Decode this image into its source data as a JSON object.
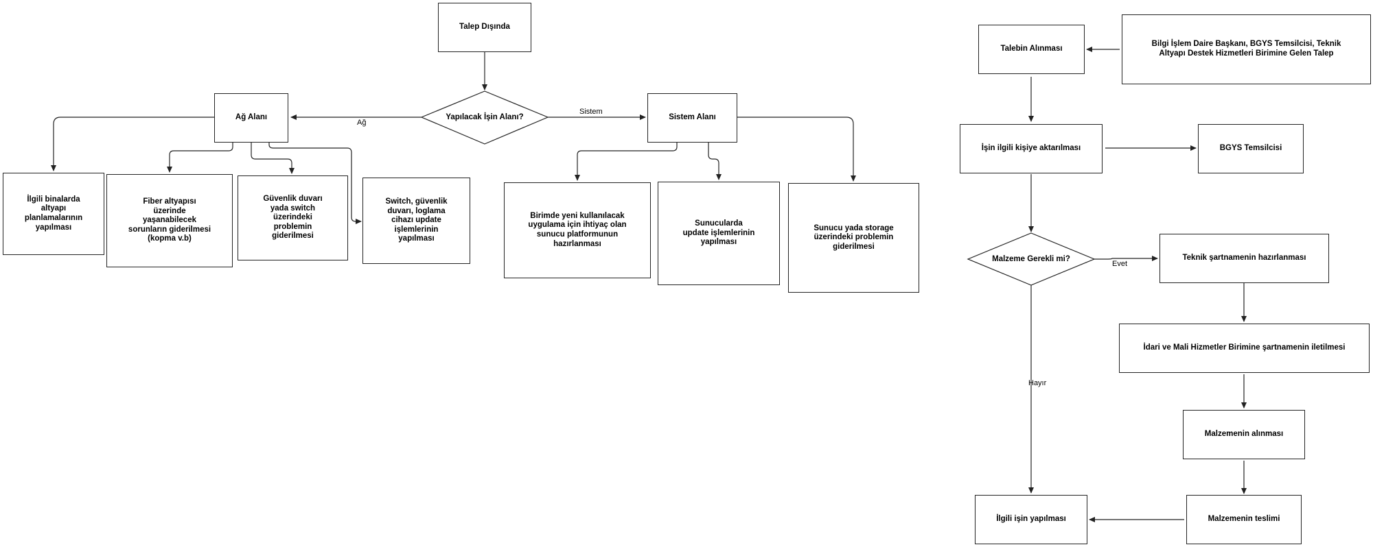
{
  "left_flow": {
    "start": "Talep Dışında",
    "decision": "Yapılacak İşin Alanı?",
    "edge_ag": "Ağ",
    "edge_sistem": "Sistem",
    "ag_alani": "Ağ Alanı",
    "sistem_alani": "Sistem Alanı",
    "ag_tasks": [
      "İlgili binalarda altyapı planlamalarının yapılması",
      "Fiber altyapısı üzerinde yaşanabilecek sorunların giderilmesi (kopma v.b)",
      "Güvenlik duvarı yada switch üzerindeki problemin giderilmesi",
      "Switch, güvenlik duvarı, loglama cihazı update işlemlerinin yapılması"
    ],
    "sistem_tasks": [
      "Birimde yeni kullanılacak uygulama için ihtiyaç olan sunucu platformunun hazırlanması",
      "Sunucularda update işlemlerinin yapılması",
      "Sunucu yada storage üzerindeki problemin giderilmesi"
    ]
  },
  "right_flow": {
    "source": "Bilgi İşlem Daire Başkanı, BGYS Temsilcisi, Teknik Altyapı Destek Hizmetleri Birimine Gelen Talep",
    "receive": "Talebin Alınması",
    "assign": "İşin ilgili kişiye aktarılması",
    "bgys": "BGYS Temsilcisi",
    "decision": "Malzeme Gerekli mi?",
    "edge_evet": "Evet",
    "edge_hayir": "Hayır",
    "spec": "Teknik şartnamenin hazırlanması",
    "send_spec": "İdari ve Mali Hizmetler Birimine şartnamenin iletilmesi",
    "purchase": "Malzemenin alınması",
    "delivery": "Malzemenin teslimi",
    "do_work": "İlgili işin yapılması"
  }
}
